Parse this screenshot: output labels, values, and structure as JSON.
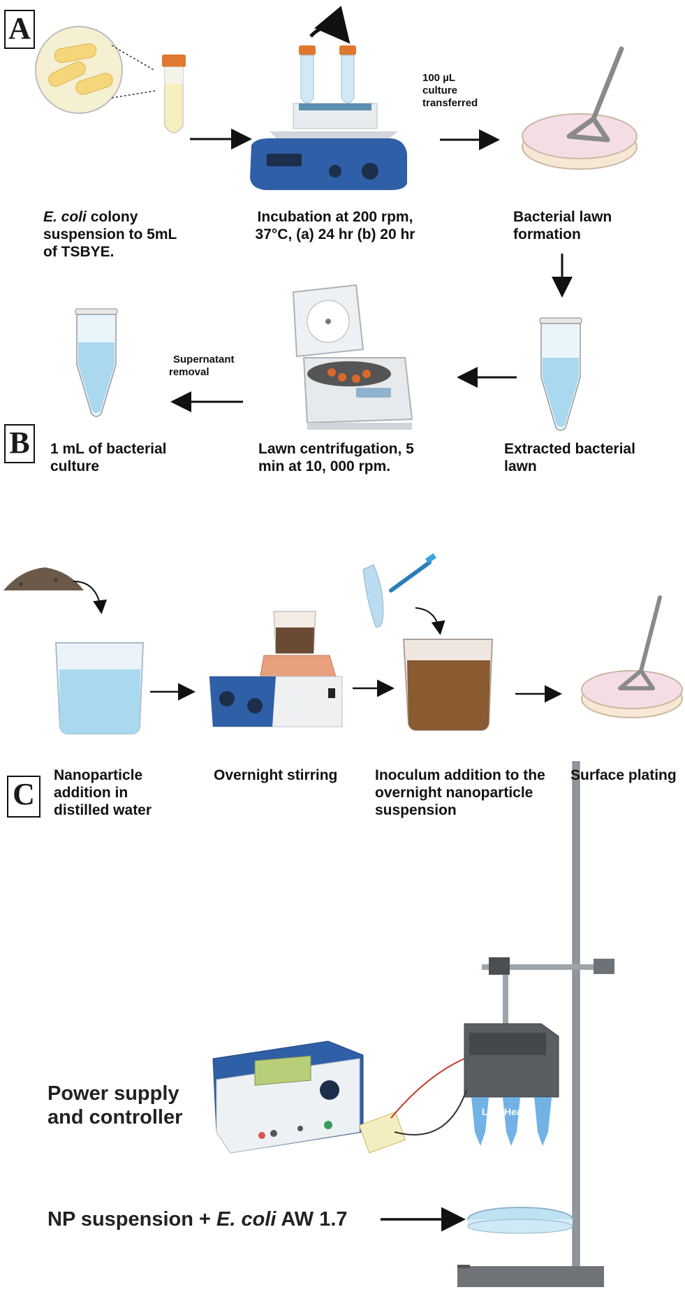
{
  "panels": {
    "a": "A",
    "b": "B",
    "c": "C"
  },
  "panel_a": {
    "step1_italic": "E. coli",
    "step1_rest_line1": " colony",
    "step1_line2": "suspension to 5mL",
    "step1_line3": "of TSBYE.",
    "step2_line1": "Incubation at 200 rpm,",
    "step2_line2": "37°C, (a) 24 hr (b) 20 hr",
    "transfer_line1": "100 µL",
    "transfer_line2": "culture",
    "transfer_line3": "transferred",
    "step3_line1": "Bacterial lawn",
    "step3_line2": "formation",
    "step4_line1": "Extracted bacterial",
    "step4_line2": "lawn",
    "step5_line1": "Lawn centrifugation, 5",
    "step5_line2": "min at 10, 000 rpm.",
    "supernatant_line1": "Supernatant",
    "supernatant_line2": "removal",
    "step6_line1": "1 mL of bacterial",
    "step6_line2": "culture"
  },
  "panel_b": {
    "step1_line1": "Nanoparticle",
    "step1_line2": "addition in",
    "step1_line3": "distilled water",
    "step2": "Overnight stirring",
    "step3_line1": "Inoculum addition to the",
    "step3_line2": "overnight nanoparticle",
    "step3_line3": "suspension",
    "step4": "Surface plating"
  },
  "panel_c": {
    "power_line1": "Power supply",
    "power_line2": "and controller",
    "led_label": "LED Head",
    "np_prefix": "NP suspension + ",
    "np_italic": "E. coli",
    "np_suffix": " AW 1.7"
  },
  "colors": {
    "tube_liquid": "#a9d8ef",
    "device_blue": "#2f5fa6",
    "brown_liquid": "#6b3f1d",
    "orange_cap": "#e0782f"
  }
}
